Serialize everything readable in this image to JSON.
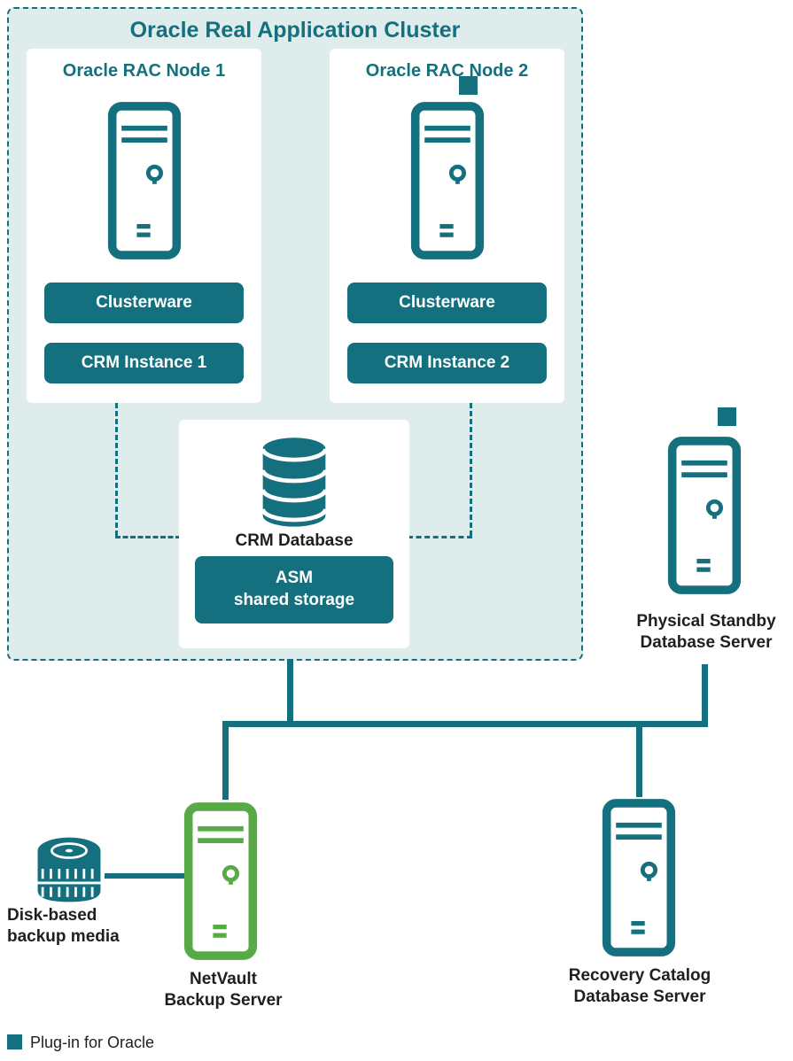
{
  "colors": {
    "teal": "#14707e",
    "teal_bg": "#dfecec",
    "green": "#57aa46",
    "text": "#1f1f1f"
  },
  "icons": {
    "server": "server-tower-icon",
    "database": "database-cylinder-icon",
    "disk": "disk-stack-icon",
    "plugin_marker": "plugin-square-icon"
  },
  "cluster": {
    "title": "Oracle Real Application Cluster",
    "node1": {
      "title": "Oracle RAC Node 1",
      "clusterware": "Clusterware",
      "instance": "CRM Instance 1"
    },
    "node2": {
      "title": "Oracle RAC Node 2",
      "clusterware": "Clusterware",
      "instance": "CRM Instance 2"
    },
    "database": {
      "title": "CRM Database",
      "storage_line1": "ASM",
      "storage_line2": "shared storage"
    }
  },
  "standby": {
    "line1": "Physical Standby",
    "line2": "Database Server"
  },
  "netvault": {
    "line1": "NetVault",
    "line2": "Backup Server"
  },
  "recovery": {
    "line1": "Recovery Catalog",
    "line2": "Database Server"
  },
  "disk": {
    "line1": "Disk-based",
    "line2": "backup media"
  },
  "legend": {
    "label": "Plug-in for Oracle"
  }
}
